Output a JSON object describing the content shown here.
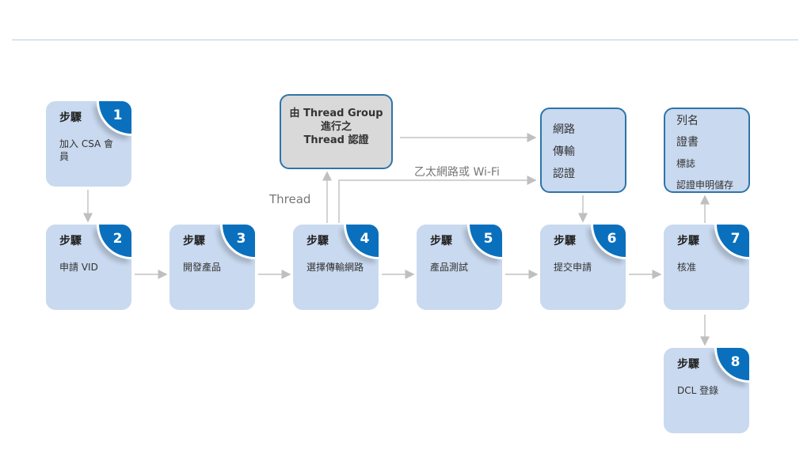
{
  "step_label": "步驟",
  "steps": [
    {
      "number": "1",
      "desc": "加入 CSA 會員"
    },
    {
      "number": "2",
      "desc": "申請 VID"
    },
    {
      "number": "3",
      "desc": "開發產品"
    },
    {
      "number": "4",
      "desc": "選擇傳輸網路"
    },
    {
      "number": "5",
      "desc": "產品測試"
    },
    {
      "number": "6",
      "desc": "提交申請"
    },
    {
      "number": "7",
      "desc": "核准"
    },
    {
      "number": "8",
      "desc": "DCL 登錄"
    }
  ],
  "thread_box": {
    "line1": "由 Thread Group",
    "line2": "進行之",
    "line3": "Thread 認證"
  },
  "network_box": {
    "lines": [
      "網路",
      "傳輸",
      "認證"
    ]
  },
  "listing_box": {
    "lines": [
      "列名",
      "證書",
      "標誌",
      "認證申明儲存"
    ]
  },
  "labels": {
    "thread": "Thread",
    "ethernet_wifi": "乙太網路或 Wi-Fi"
  },
  "colors": {
    "badge": "#0a70bd",
    "box_fill": "#c9d9ef",
    "arrow": "#bfbfbf"
  }
}
